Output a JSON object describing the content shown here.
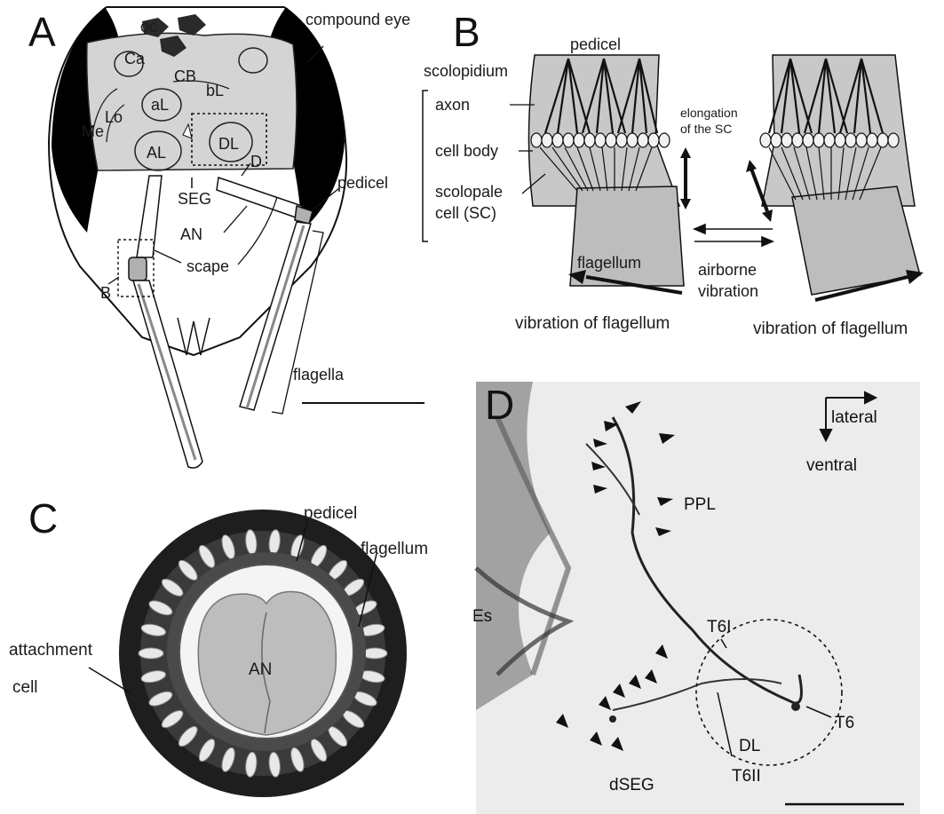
{
  "panel_A": {
    "letter": "A",
    "labels": {
      "oc": "oc",
      "ca": "Ca",
      "cb": "CB",
      "bl": "bL",
      "al_small": "aL",
      "lo": "Lo",
      "me": "Me",
      "al": "AL",
      "dl": "DL",
      "d": "D",
      "seg": "SEG",
      "an": "AN",
      "scape": "scape",
      "b": "B",
      "pedicel": "pedicel",
      "flagella": "flagella",
      "compound_eye": "compound eye"
    }
  },
  "panel_B": {
    "letter": "B",
    "labels": {
      "scolopidium": "scolopidium",
      "axon": "axon",
      "cell_body": "cell body",
      "scolopale_line1": "scolopale",
      "scolopale_line2": "cell (SC)",
      "pedicel": "pedicel",
      "elongation_line1": "elongation",
      "elongation_line2": "of the SC",
      "flagellum": "flagellum",
      "airborne_line1": "airborne",
      "airborne_line2": "vibration",
      "vibration_left": "vibration of flagellum",
      "vibration_right": "vibration of flagellum"
    }
  },
  "panel_C": {
    "letter": "C",
    "labels": {
      "pedicel": "pedicel",
      "flagellum": "flagellum",
      "attachment_line1": "attachment",
      "attachment_line2": "cell",
      "an": "AN"
    }
  },
  "panel_D": {
    "letter": "D",
    "labels": {
      "lateral": "lateral",
      "ventral": "ventral",
      "ppl": "PPL",
      "es": "Es",
      "t6i": "T6I",
      "t6": "T6",
      "dl": "DL",
      "dseg": "dSEG",
      "t6ii": "T6II"
    }
  },
  "colors": {
    "brain_fill": "#d4d4d4",
    "eye_fill": "#000000",
    "micrograph_bg": "#ececec",
    "ring_dark": "#1e1e1e",
    "nerve_fill": "#bdbdbd"
  }
}
